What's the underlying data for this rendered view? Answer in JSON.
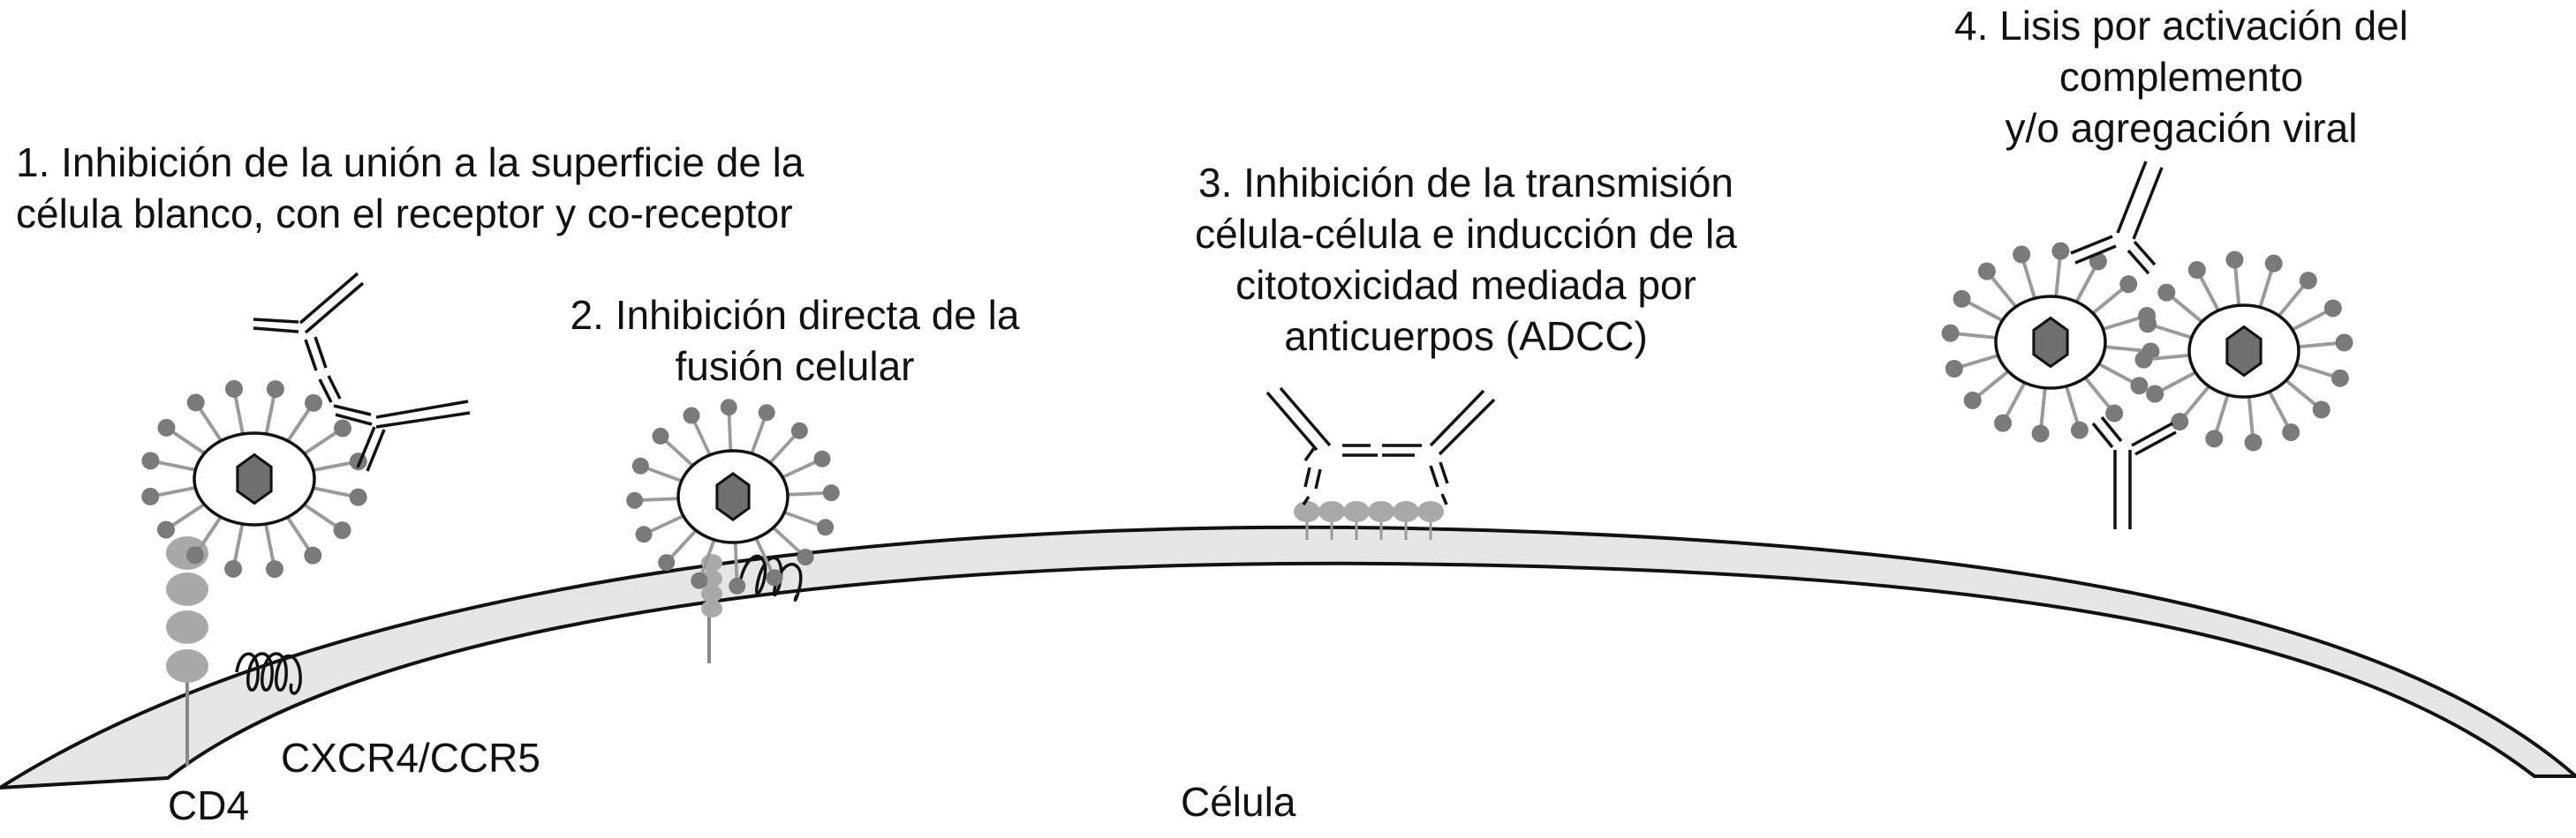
{
  "labels": {
    "step1": "1. Inhibición de la unión a la superficie de la\ncélula blanco, con el receptor y co-receptor",
    "step2": "2. Inhibición directa de la\nfusión celular",
    "step3": "3. Inhibición de la transmisión\ncélula-célula e inducción de la\ncitotoxicidad mediada por\nanticuerpos (ADCC)",
    "step4": "4. Lisis por activación del\ncomplemento\ny/o agregación viral",
    "coreceptor": "CXCR4/CCR5",
    "cd4": "CD4",
    "cell": "Célula"
  },
  "colors": {
    "membrane_fill": "#e6e6e6",
    "spike": "#7a7a7a",
    "capsid": "#6f6f6f",
    "receptor": "#a9a9a9",
    "line": "#111111"
  },
  "icons": [
    "virion",
    "antibody",
    "cd4-receptor",
    "coreceptor-coil",
    "cell-membrane"
  ]
}
